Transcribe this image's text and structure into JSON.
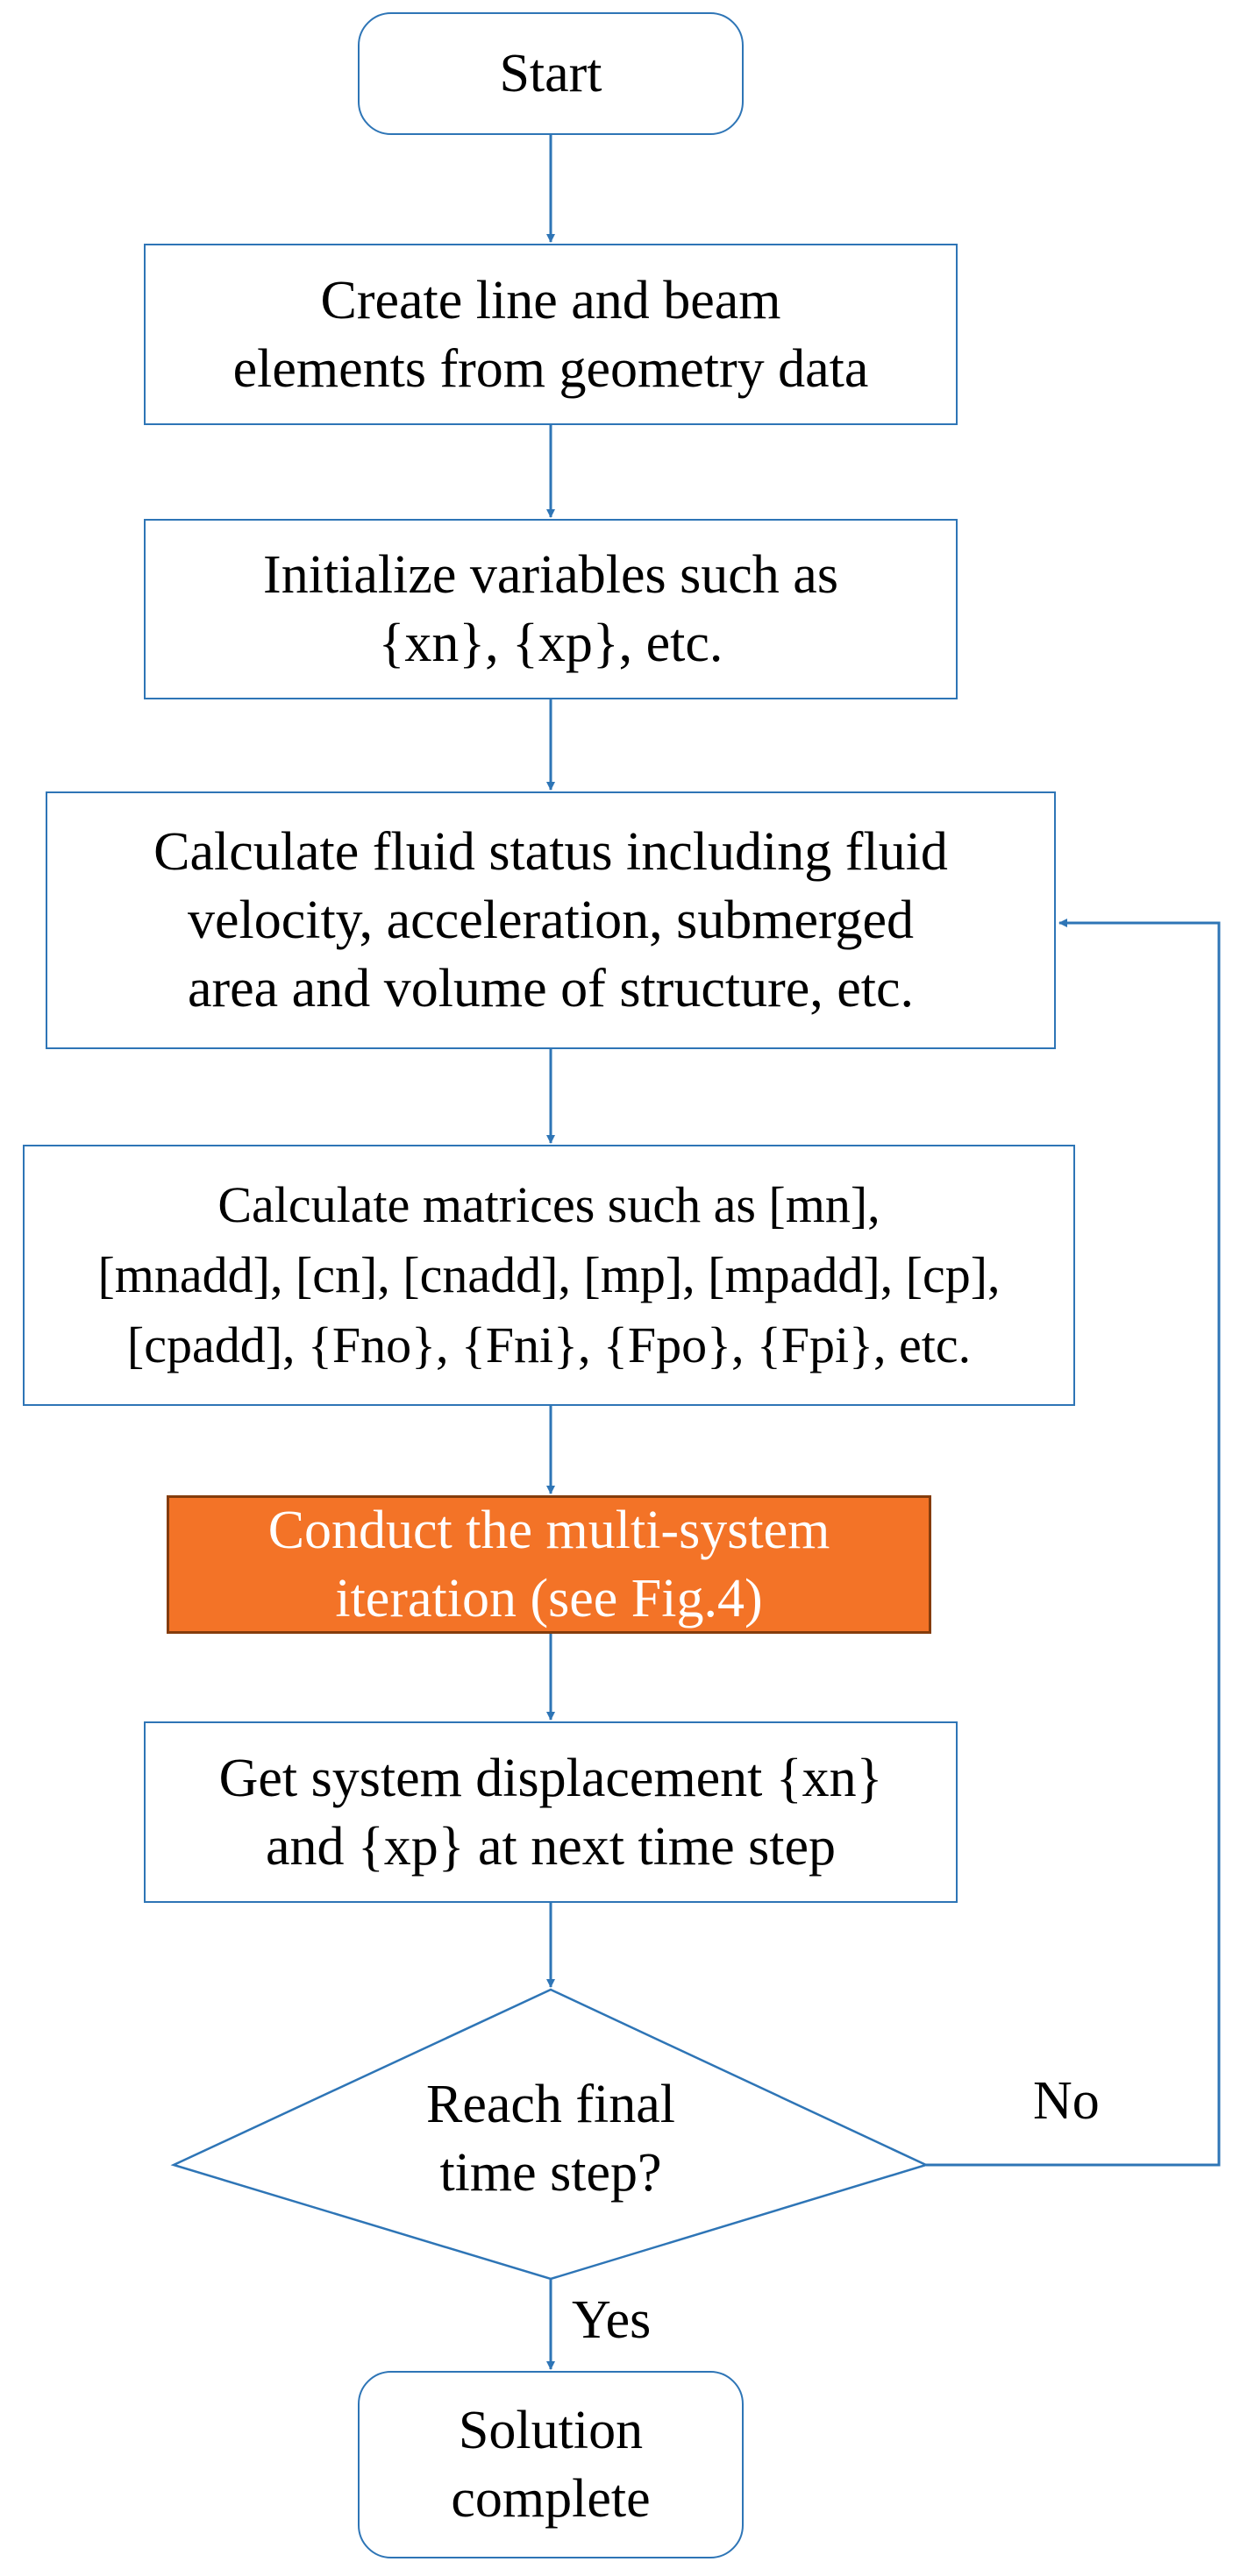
{
  "colors": {
    "border": "#2e75b6",
    "arrow": "#2e75b6",
    "highlight_fill": "#f37327",
    "highlight_border": "#843c0c",
    "highlight_text": "#ffffff"
  },
  "nodes": {
    "start": {
      "lines": [
        "Start"
      ]
    },
    "create": {
      "lines": [
        "Create line and beam",
        "elements from geometry data"
      ]
    },
    "initialize": {
      "lines": [
        "Initialize variables such as",
        "{xn}, {xp}, etc."
      ]
    },
    "fluid": {
      "lines": [
        "Calculate fluid status including fluid",
        "velocity, acceleration, submerged",
        "area and volume of structure, etc."
      ]
    },
    "matrices": {
      "lines": [
        "Calculate matrices such as [mn],",
        "[mnadd], [cn], [cnadd], [mp], [mpadd], [cp],",
        "[cpadd], {Fno}, {Fni}, {Fpo}, {Fpi}, etc."
      ]
    },
    "iteration": {
      "lines": [
        "Conduct the multi-system",
        "iteration (see Fig.4)"
      ]
    },
    "displacement": {
      "lines": [
        "Get system displacement {xn}",
        "and {xp} at next time step"
      ]
    },
    "decision": {
      "lines": [
        "Reach final",
        "time step?"
      ]
    },
    "end": {
      "lines": [
        "Solution",
        "complete"
      ]
    }
  },
  "edge_labels": {
    "no": "No",
    "yes": "Yes"
  }
}
